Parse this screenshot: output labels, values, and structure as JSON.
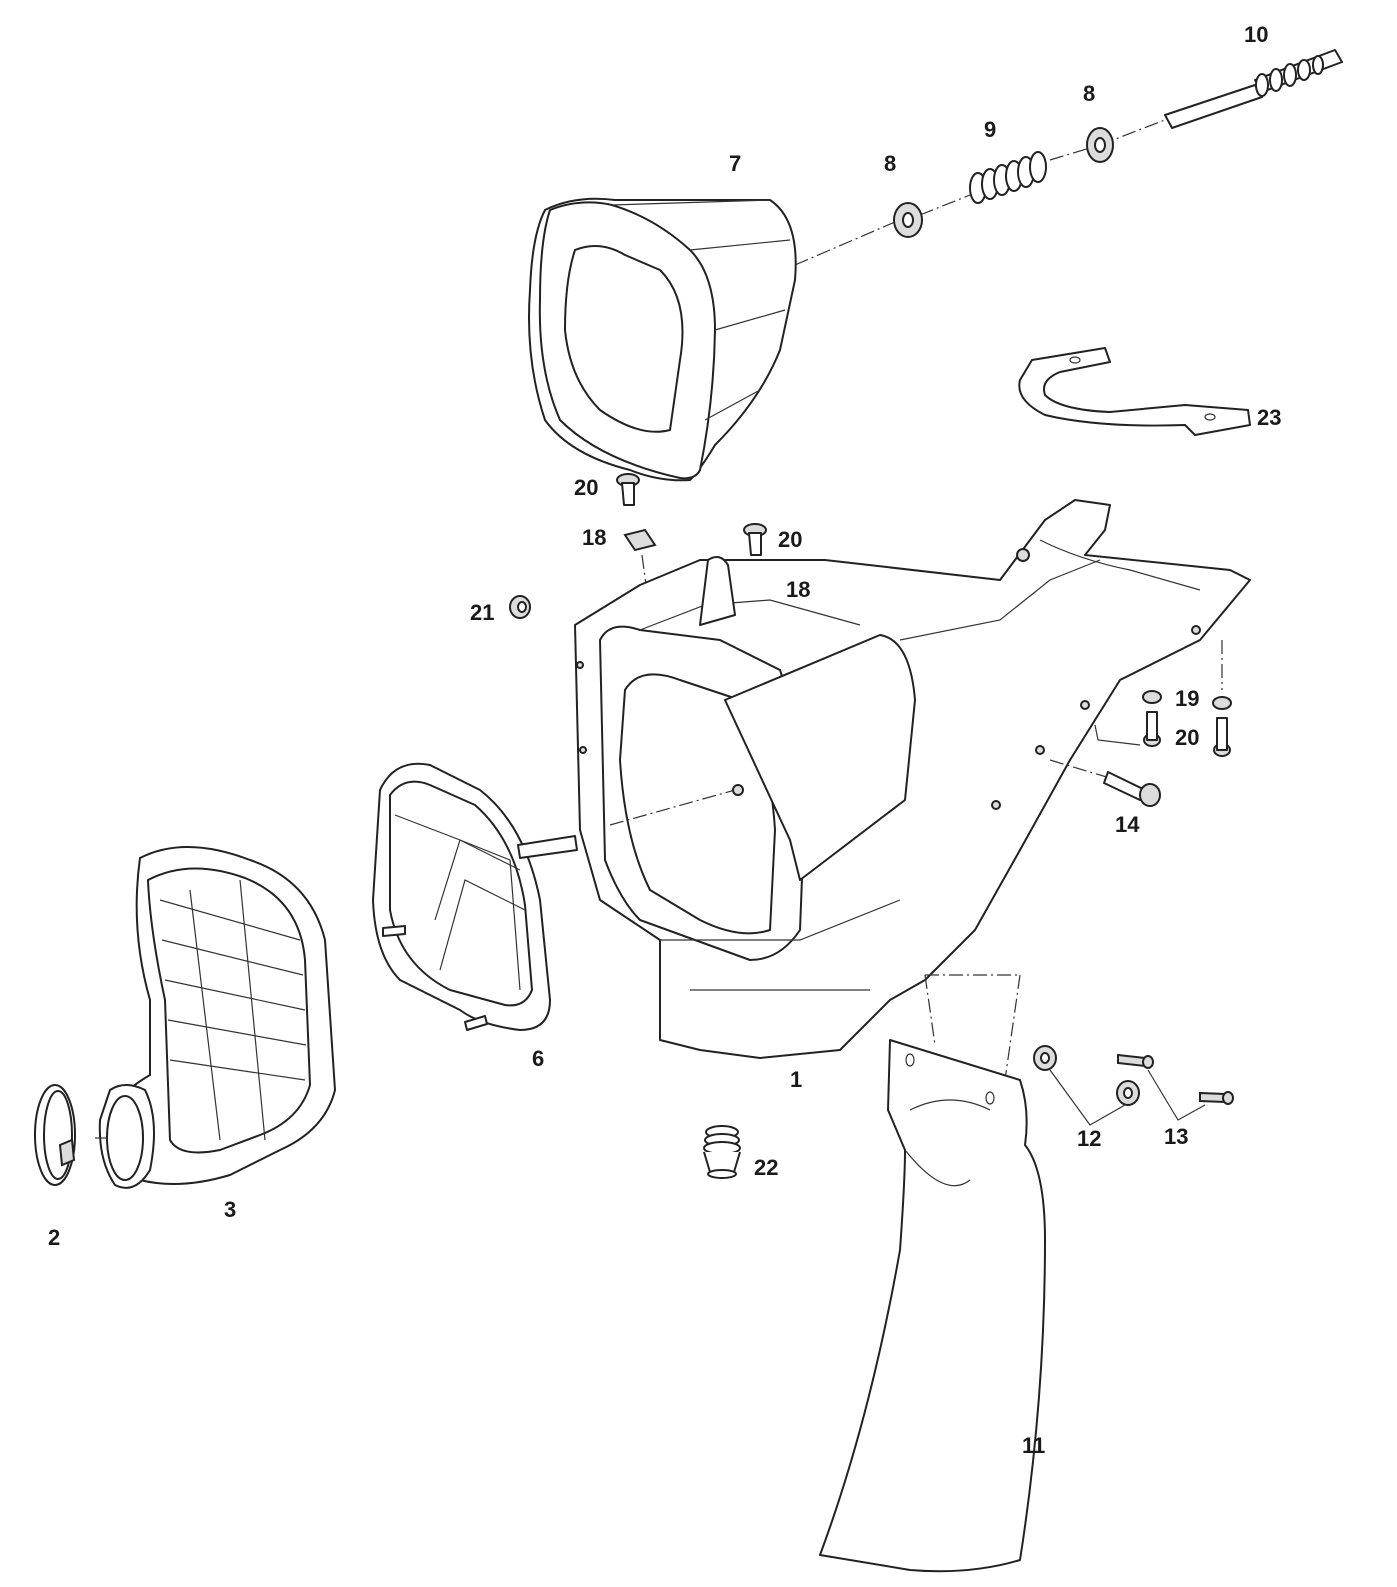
{
  "diagram": {
    "callouts": [
      {
        "id": "c10",
        "text": "10"
      },
      {
        "id": "c8a",
        "text": "8"
      },
      {
        "id": "c9",
        "text": "9"
      },
      {
        "id": "c7",
        "text": "7"
      },
      {
        "id": "c8b",
        "text": "8"
      },
      {
        "id": "c23",
        "text": "23"
      },
      {
        "id": "c20a",
        "text": "20"
      },
      {
        "id": "c18a",
        "text": "18"
      },
      {
        "id": "c20b",
        "text": "20"
      },
      {
        "id": "c18b",
        "text": "18"
      },
      {
        "id": "c21",
        "text": "21"
      },
      {
        "id": "c19",
        "text": "19"
      },
      {
        "id": "c20c",
        "text": "20"
      },
      {
        "id": "c14",
        "text": "14"
      },
      {
        "id": "c6",
        "text": "6"
      },
      {
        "id": "c1",
        "text": "1"
      },
      {
        "id": "c3",
        "text": "3"
      },
      {
        "id": "c2",
        "text": "2"
      },
      {
        "id": "c22",
        "text": "22"
      },
      {
        "id": "c12",
        "text": "12"
      },
      {
        "id": "c13",
        "text": "13"
      },
      {
        "id": "c11",
        "text": "11"
      }
    ]
  }
}
